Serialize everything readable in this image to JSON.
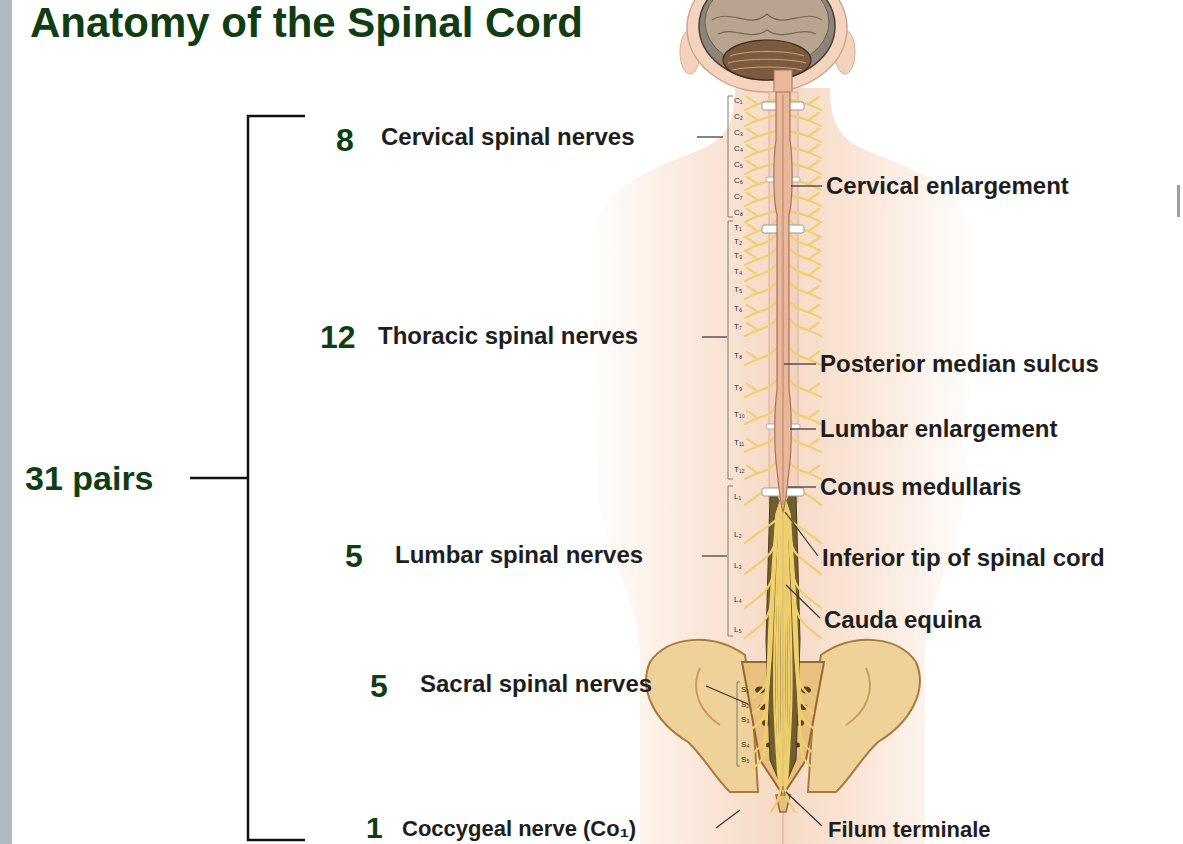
{
  "diagram": {
    "title": "Anatomy of the Spinal Cord",
    "labels": [
      "8",
      "Cervical spinal nerves",
      "Cervical enlargement",
      "12",
      "Thoracic spinal nerves",
      "Posterior median sulcus",
      "Lumbar enlargement",
      "31 pairs",
      "Conus medullaris",
      "5",
      "Lumbar spinal nerves",
      "Inferior tip of spinal cord",
      "Cauda equina",
      "5",
      "Sacral spinal nerves",
      "1",
      "Coccygeal nerve (Co₁)",
      "Filum terminale",
      "C₁",
      "C₂",
      "C₃",
      "C₄",
      "C₅",
      "C₆",
      "C₇",
      "C₈",
      "T₁",
      "T₂",
      "T₃",
      "T₄",
      "T₅",
      "T₆",
      "T₇",
      "T₈",
      "T₉",
      "T₁₀",
      "T₁₁",
      "T₁₂",
      "L₁",
      "L₂",
      "L₃",
      "L₄",
      "L₅",
      "S₁",
      "S₂",
      "S₃",
      "S₄",
      "S₅"
    ]
  }
}
